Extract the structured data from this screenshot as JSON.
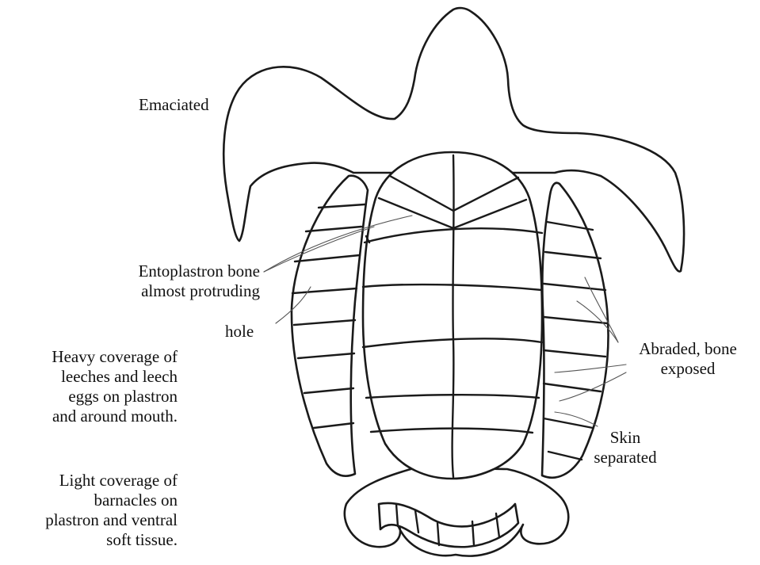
{
  "labels": {
    "emaciated": "Emaciated",
    "entoplastron_1": "Entoplastron bone",
    "entoplastron_2": "almost protruding",
    "hole": "hole",
    "leeches_1": "Heavy coverage of",
    "leeches_2": "leeches and leech",
    "leeches_3": "eggs on plastron",
    "leeches_4": "and around mouth.",
    "barnacles_1": "Light coverage of",
    "barnacles_2": "barnacles on",
    "barnacles_3": "plastron and ventral",
    "barnacles_4": "soft tissue.",
    "abraded_1": "Abraded, bone",
    "abraded_2": "exposed",
    "skin_1": "Skin",
    "skin_2": "separated"
  }
}
